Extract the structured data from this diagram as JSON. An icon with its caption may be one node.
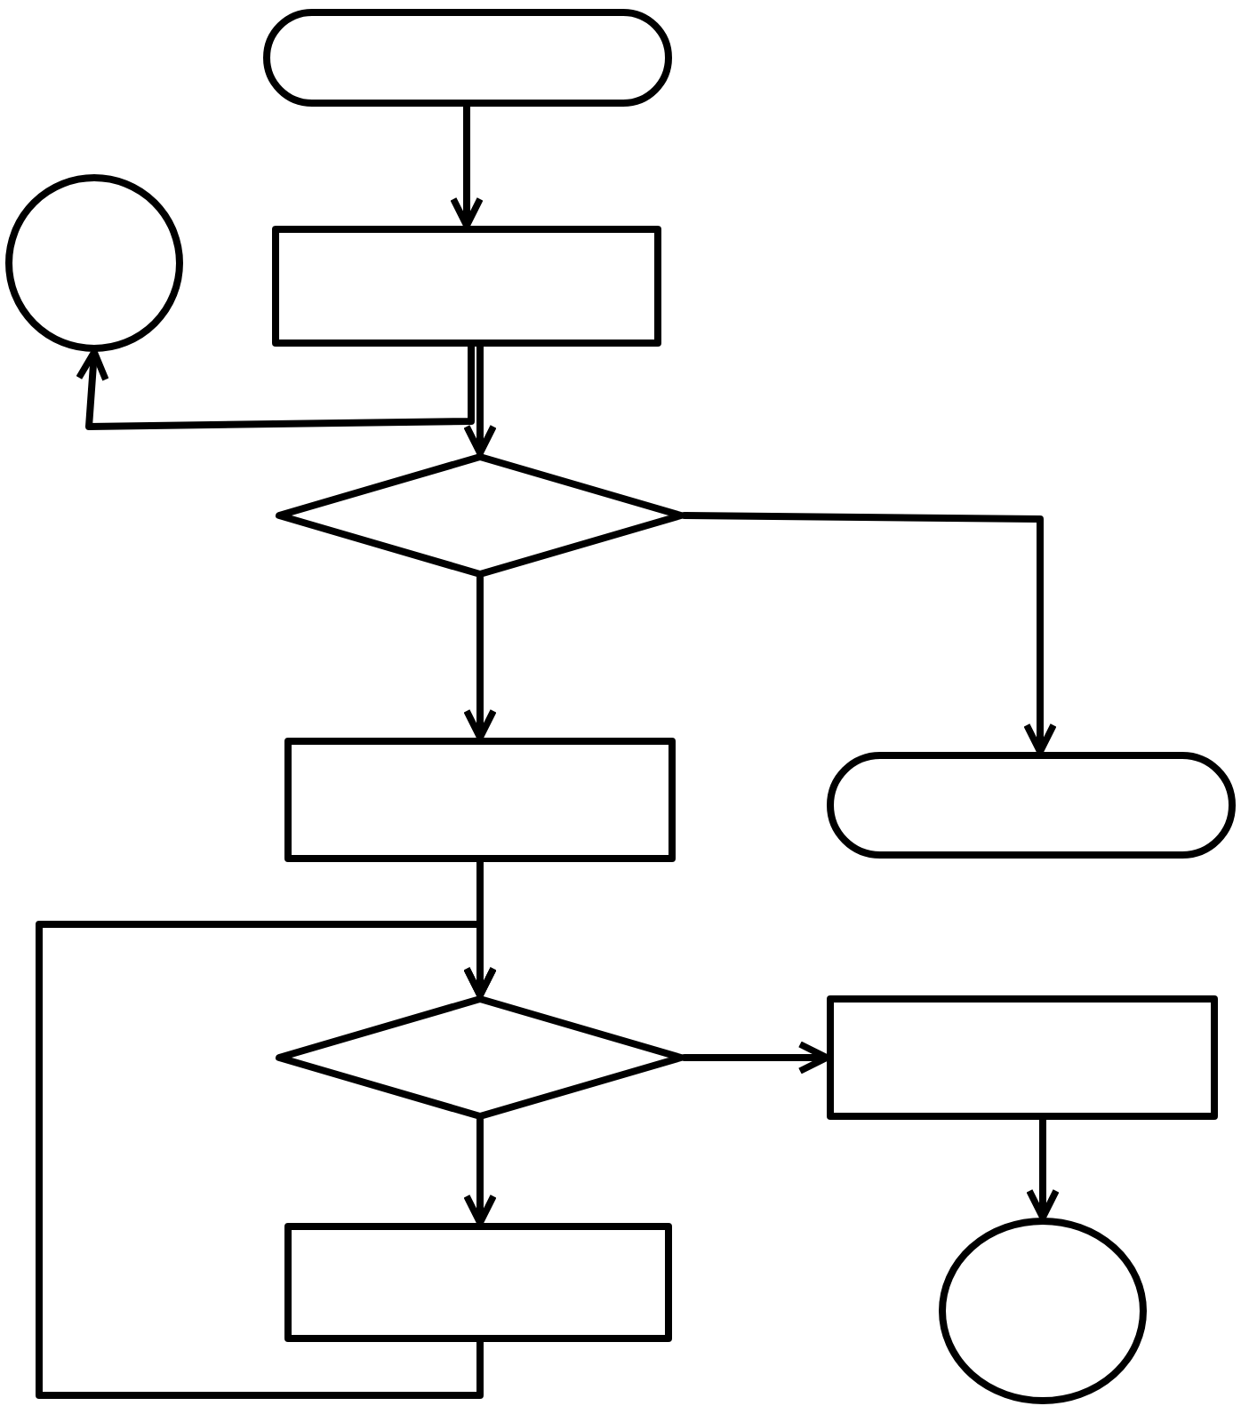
{
  "diagram": {
    "nodes": [
      {
        "text": [],
        "shape": "stadium"
      },
      {
        "text": [],
        "shape": "circle"
      },
      {
        "text": [],
        "shape": "box"
      },
      {
        "text": [],
        "shape": "diamond"
      },
      {
        "text": [],
        "shape": "box"
      },
      {
        "text": [],
        "shape": "stadium"
      },
      {
        "text": [],
        "shape": "diamond"
      },
      {
        "text": [],
        "shape": "box"
      },
      {
        "text": [],
        "shape": "box"
      },
      {
        "text": [],
        "shape": "circle"
      }
    ],
    "edges": [
      {
        "from": 0,
        "to": 2,
        "arrow": "to"
      },
      {
        "from": 2,
        "to": 3,
        "arrow": "to"
      },
      {
        "from": 2,
        "to": 1,
        "arrow": "to"
      },
      {
        "from": 3,
        "to": 4,
        "arrow": "to"
      },
      {
        "from": 3,
        "to": 5,
        "arrow": "to"
      },
      {
        "from": 4,
        "to": 6,
        "arrow": "to"
      },
      {
        "from": 8,
        "to": 6,
        "arrow": "to"
      },
      {
        "from": 6,
        "to": 8,
        "arrow": "to"
      },
      {
        "from": 6,
        "to": 7,
        "arrow": "to"
      },
      {
        "from": 7,
        "to": 9,
        "arrow": "to"
      }
    ]
  }
}
